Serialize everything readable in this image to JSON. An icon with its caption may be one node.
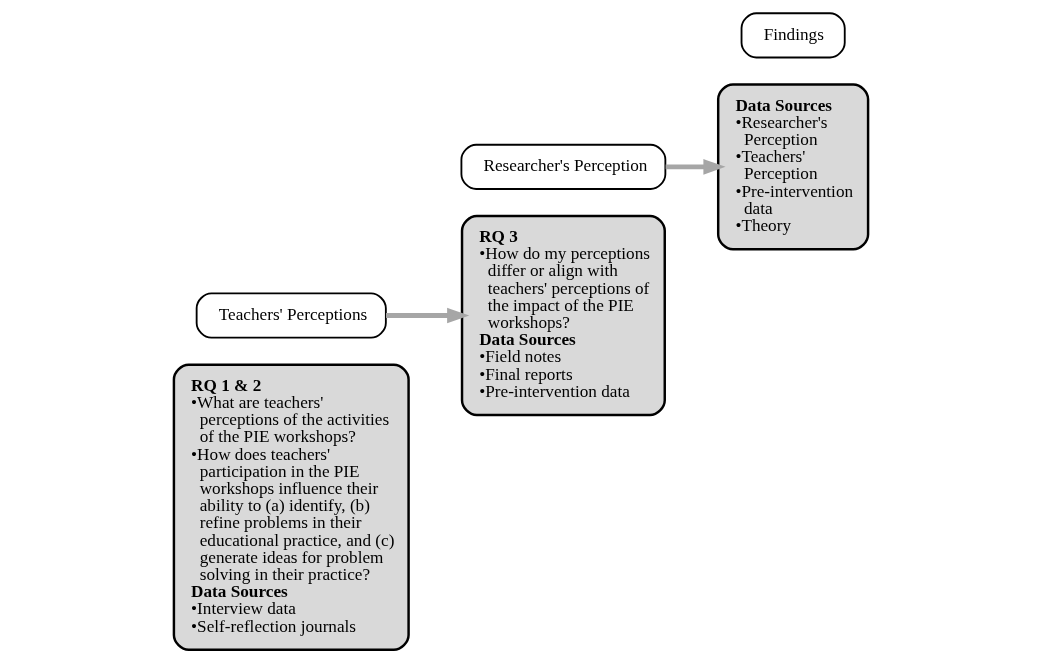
{
  "diagram": {
    "nodes": [
      {
        "text": [
          "RQ 1 & 2",
          "•What are teachers' perceptions of the activities of the PIE workshops?",
          "•How does teachers' participation in the PIE workshops influence their ability to (a) identify, (b) refine problems in their educational practice, and (c) generate ideas for problem solving in their practice?",
          "Data Sources",
          "•Interview data",
          "•Self-reflection journals"
        ]
      },
      {
        "text": [
          "Teachers' Perceptions"
        ]
      },
      {
        "text": [
          "RQ 3",
          "•How do my perceptions differ or align with teachers' perceptions of the impact of the PIE workshops?",
          "Data Sources",
          "•Field notes",
          "•Final reports",
          "•Pre-intervention data"
        ]
      },
      {
        "text": [
          "Researcher's Perception"
        ]
      },
      {
        "text": [
          "Data Sources",
          "•Researcher's Perception",
          "•Teachers' Perception",
          "•Pre-intervention data",
          "•Theory"
        ]
      },
      {
        "text": [
          "Findings"
        ]
      }
    ],
    "edges": [
      {
        "from": 1,
        "to": 2,
        "arrow": "to"
      },
      {
        "from": 3,
        "to": 4,
        "arrow": "to"
      }
    ]
  }
}
